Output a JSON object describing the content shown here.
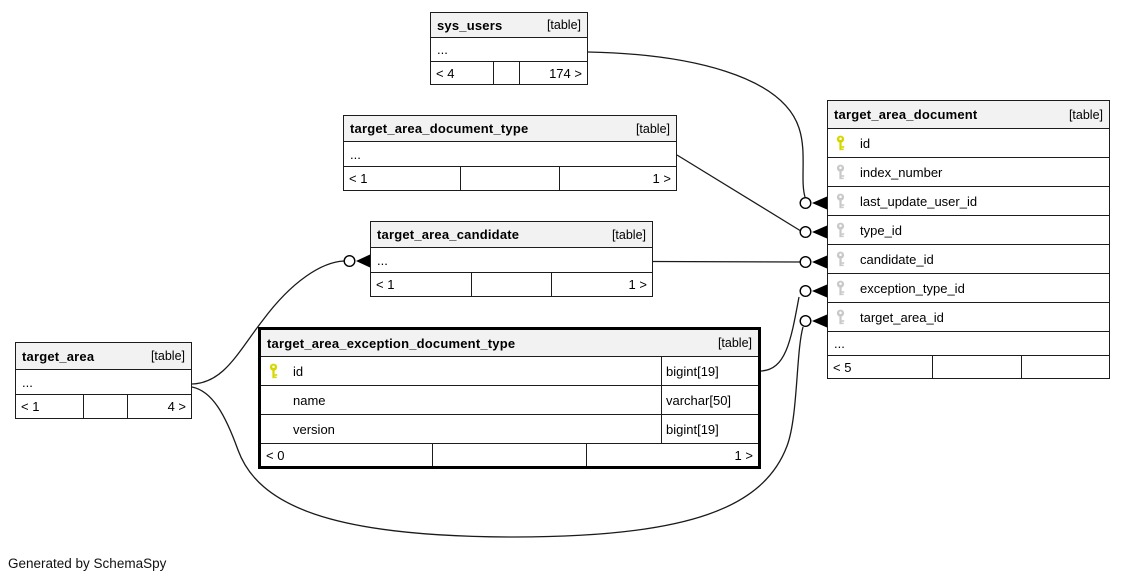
{
  "credit": "Generated by SchemaSpy",
  "colors": {
    "primary_key": "#d6d600",
    "foreign_key": "#c9c9c9",
    "header_bg": "#f2f2f2",
    "line": "#1a1a1a"
  },
  "tables": [
    {
      "id": "sys_users",
      "name": "sys_users",
      "badge": "[table]",
      "ellipsis": "...",
      "footer": [
        "< 4",
        "",
        "174 >"
      ]
    },
    {
      "id": "target_area_document_type",
      "name": "target_area_document_type",
      "badge": "[table]",
      "ellipsis": "...",
      "footer": [
        "< 1",
        "",
        "1 >"
      ]
    },
    {
      "id": "target_area_candidate",
      "name": "target_area_candidate",
      "badge": "[table]",
      "ellipsis": "...",
      "footer": [
        "< 1",
        "",
        "1 >"
      ]
    },
    {
      "id": "target_area",
      "name": "target_area",
      "badge": "[table]",
      "ellipsis": "...",
      "footer": [
        "< 1",
        "",
        "4 >"
      ]
    },
    {
      "id": "target_area_exception_document_type",
      "name": "target_area_exception_document_type",
      "badge": "[table]",
      "columns": [
        {
          "name": "id",
          "type": "bigint[19]",
          "key": "pk"
        },
        {
          "name": "name",
          "type": "varchar[50]",
          "key": null
        },
        {
          "name": "version",
          "type": "bigint[19]",
          "key": null
        }
      ],
      "footer": [
        "< 0",
        "",
        "1 >"
      ]
    },
    {
      "id": "target_area_document",
      "name": "target_area_document",
      "badge": "[table]",
      "columns": [
        {
          "name": "id",
          "key": "pk"
        },
        {
          "name": "index_number",
          "key": "fk"
        },
        {
          "name": "last_update_user_id",
          "key": "fk"
        },
        {
          "name": "type_id",
          "key": "fk"
        },
        {
          "name": "candidate_id",
          "key": "fk"
        },
        {
          "name": "exception_type_id",
          "key": "fk"
        },
        {
          "name": "target_area_id",
          "key": "fk"
        }
      ],
      "ellipsis": "...",
      "footer": [
        "< 5",
        "",
        ""
      ]
    }
  ],
  "relationships": [
    {
      "from": "sys_users",
      "to": "target_area_document.last_update_user_id"
    },
    {
      "from": "target_area_document_type",
      "to": "target_area_document.type_id"
    },
    {
      "from": "target_area_candidate",
      "to": "target_area_document.candidate_id"
    },
    {
      "from": "target_area_exception_document_type",
      "to": "target_area_document.exception_type_id"
    },
    {
      "from": "target_area",
      "to": "target_area_document.target_area_id"
    },
    {
      "from": "target_area",
      "to": "target_area_candidate"
    }
  ]
}
